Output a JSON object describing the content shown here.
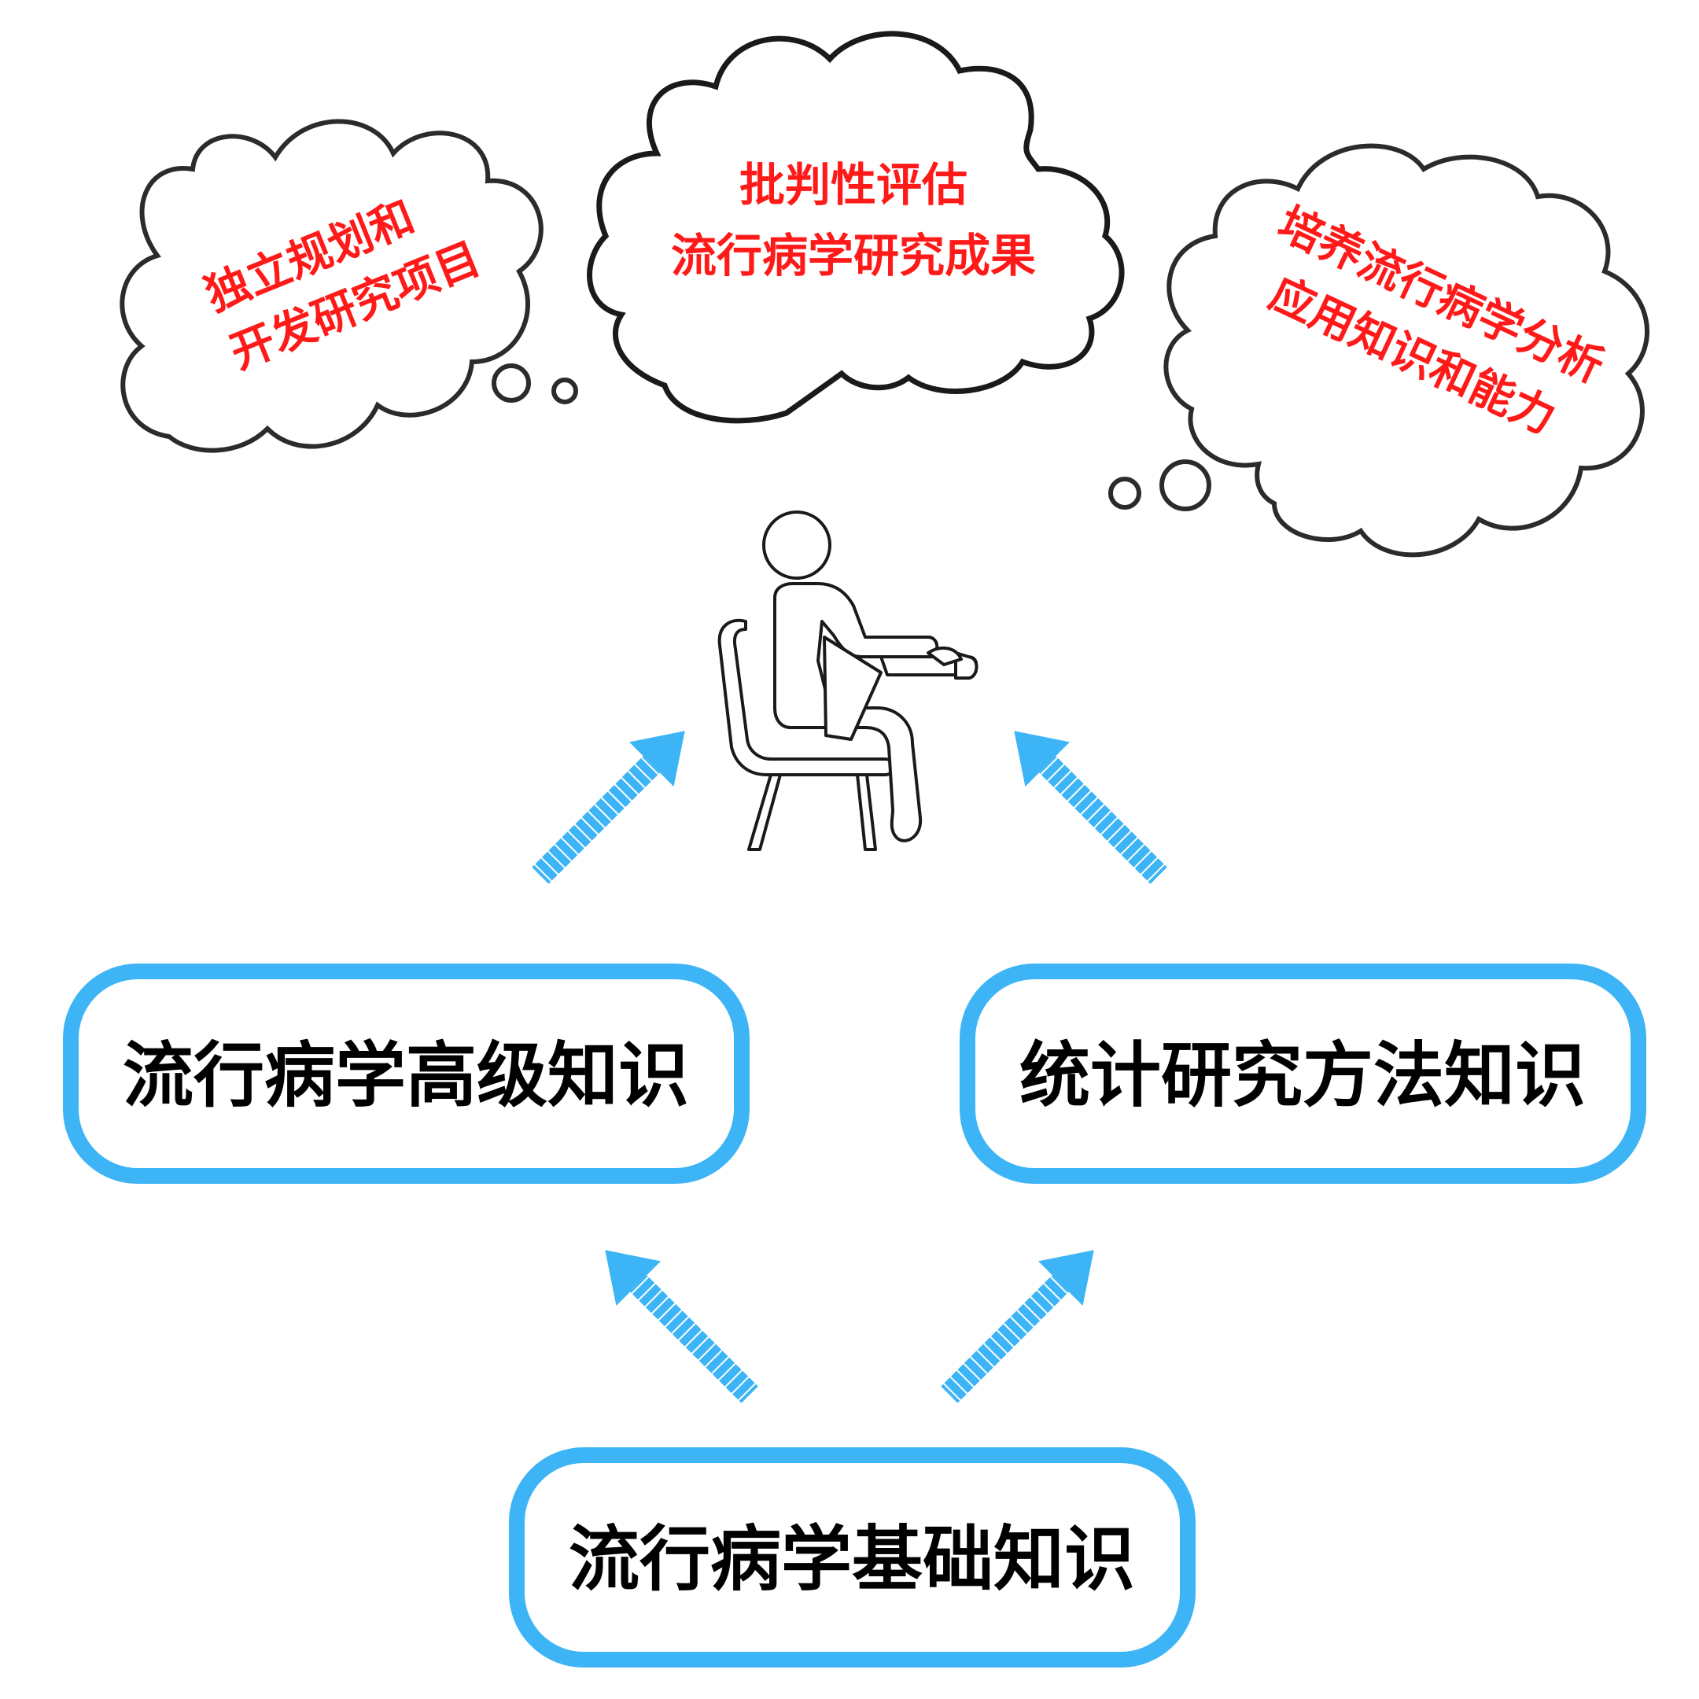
{
  "colors": {
    "box_border": "#3db4f5",
    "arrow": "#3db4f5",
    "cloud_stroke": "#2b2b2b",
    "cloud_text": "#ff1a1a",
    "box_text": "#000000"
  },
  "clouds": {
    "left": {
      "line1": "独立规划和",
      "line2": "开发研究项目"
    },
    "center": {
      "line1": "批判性评估",
      "line2": "流行病学研究成果"
    },
    "right": {
      "line1": "培养流行病学分析",
      "line2": "应用知识和能力"
    }
  },
  "boxes": {
    "advanced": "流行病学高级知识",
    "statistics": "统计研究方法知识",
    "basic": "流行病学基础知识"
  },
  "icons": {
    "person": "seated-student-icon"
  }
}
